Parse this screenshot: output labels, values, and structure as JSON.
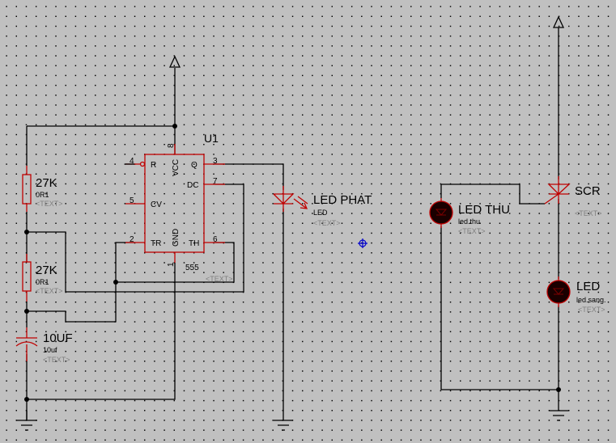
{
  "schematic": {
    "chip": {
      "ref": "U1",
      "value": "555",
      "text_placeholder": "<TEXT>",
      "pins": {
        "reset": "R",
        "vcc": "VCC",
        "q": "Q",
        "dc": "DC",
        "cv": "CV",
        "tr": "TR",
        "gnd": "GND",
        "th": "TH"
      },
      "pin_numbers": {
        "reset": "4",
        "vcc": "8",
        "q": "3",
        "dc": "7",
        "cv": "5",
        "tr": "2",
        "gnd": "1",
        "th": "6"
      }
    },
    "r1": {
      "value": "27K",
      "model": "0R1",
      "text": "<TEXT>"
    },
    "r2": {
      "value": "27K",
      "model": "0R1",
      "text": "<TEXT>"
    },
    "c1": {
      "value": "10UF",
      "model": "10uf",
      "text": "<TEXT>"
    },
    "led_phat": {
      "name": "LED PHAT",
      "model": "LED",
      "text": "<TEXT>"
    },
    "led_thu": {
      "name": "LED THU",
      "model": "led.thu",
      "text": "<TEXT>"
    },
    "scr": {
      "name": "SCR",
      "text": "<TEXT>"
    },
    "led_sang": {
      "name": "LED",
      "model": "led.sang.",
      "text": "<TEXT>"
    },
    "colors": {
      "background": "#c0c0c0",
      "wire": "#000000",
      "component": "#c00000",
      "cursor": "#0000cc"
    }
  }
}
